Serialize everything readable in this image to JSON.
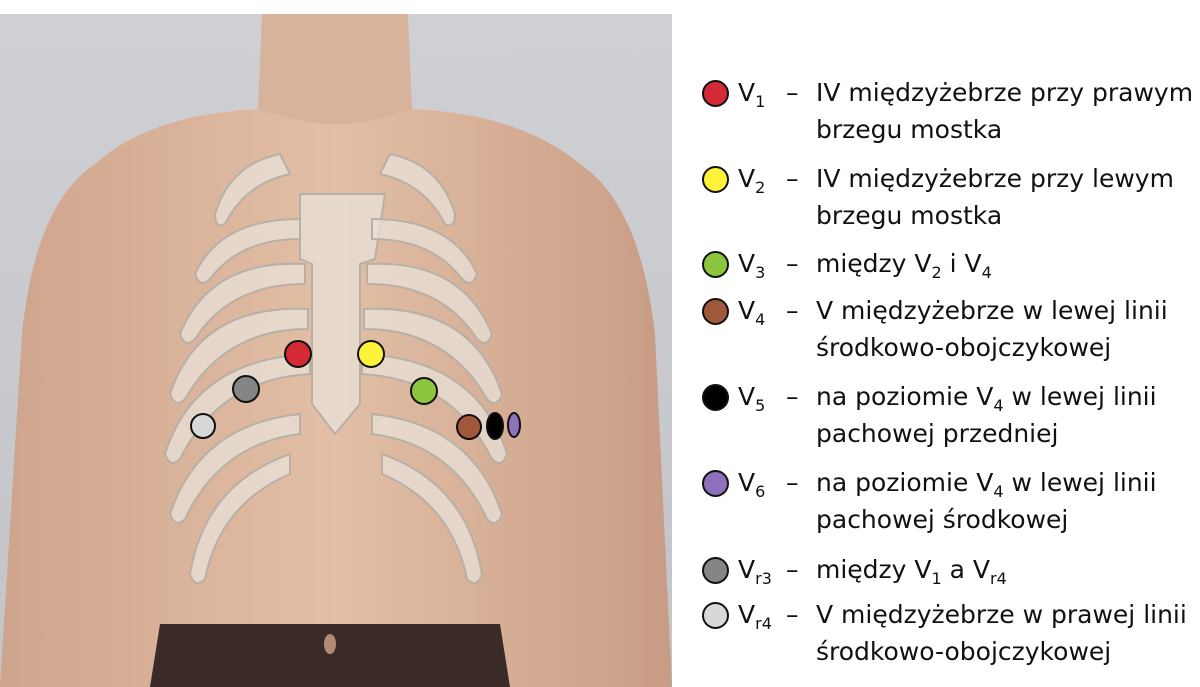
{
  "legend": [
    {
      "color": "#d42a35",
      "lead": "V",
      "sub": "1",
      "dash": "–",
      "lines": [
        [
          "IV międzyżebrze przy prawym"
        ],
        [
          "brzegu mostka"
        ]
      ]
    },
    {
      "color": "#fff23a",
      "lead": "V",
      "sub": "2",
      "dash": "–",
      "lines": [
        [
          "IV międzyżebrze przy lewym"
        ],
        [
          "brzegu mostka"
        ]
      ]
    },
    {
      "color": "#8cc63f",
      "lead": "V",
      "sub": "3",
      "dash": "–",
      "lines": [
        [
          "między V",
          "2",
          " i V",
          "4"
        ]
      ]
    },
    {
      "color": "#a0573a",
      "lead": "V",
      "sub": "4",
      "dash": "–",
      "lines": [
        [
          "V międzyżebrze w lewej linii"
        ],
        [
          "środkowo-obojczykowej"
        ]
      ]
    },
    {
      "color": "#000000",
      "lead": "V",
      "sub": "5",
      "dash": "–",
      "lines": [
        [
          "na poziomie V",
          "4",
          " w lewej linii"
        ],
        [
          "pachowej przedniej"
        ]
      ]
    },
    {
      "color": "#8f70bd",
      "lead": "V",
      "sub": "6",
      "dash": "–",
      "lines": [
        [
          "na poziomie V",
          "4",
          " w lewej linii"
        ],
        [
          "pachowej środkowej"
        ]
      ]
    },
    {
      "color": "#858585",
      "lead": "V",
      "sub": "r3",
      "dash": "–",
      "lines": [
        [
          "między V",
          "1",
          " a V",
          "r4"
        ]
      ]
    },
    {
      "color": "#d8d8d8",
      "lead": "V",
      "sub": "r4",
      "dash": "–",
      "lines": [
        [
          "V międzyżebrze w prawej linii"
        ],
        [
          "środkowo-obojczykowej"
        ]
      ]
    }
  ],
  "electrodes": [
    {
      "lead": "V1",
      "color": "#d42a35"
    },
    {
      "lead": "V2",
      "color": "#fff23a"
    },
    {
      "lead": "V3",
      "color": "#8cc63f"
    },
    {
      "lead": "V4",
      "color": "#a0573a"
    },
    {
      "lead": "V5",
      "color": "#000000"
    },
    {
      "lead": "V6",
      "color": "#8f70bd"
    },
    {
      "lead": "Vr3",
      "color": "#858585"
    },
    {
      "lead": "Vr4",
      "color": "#d8d8d8"
    }
  ]
}
